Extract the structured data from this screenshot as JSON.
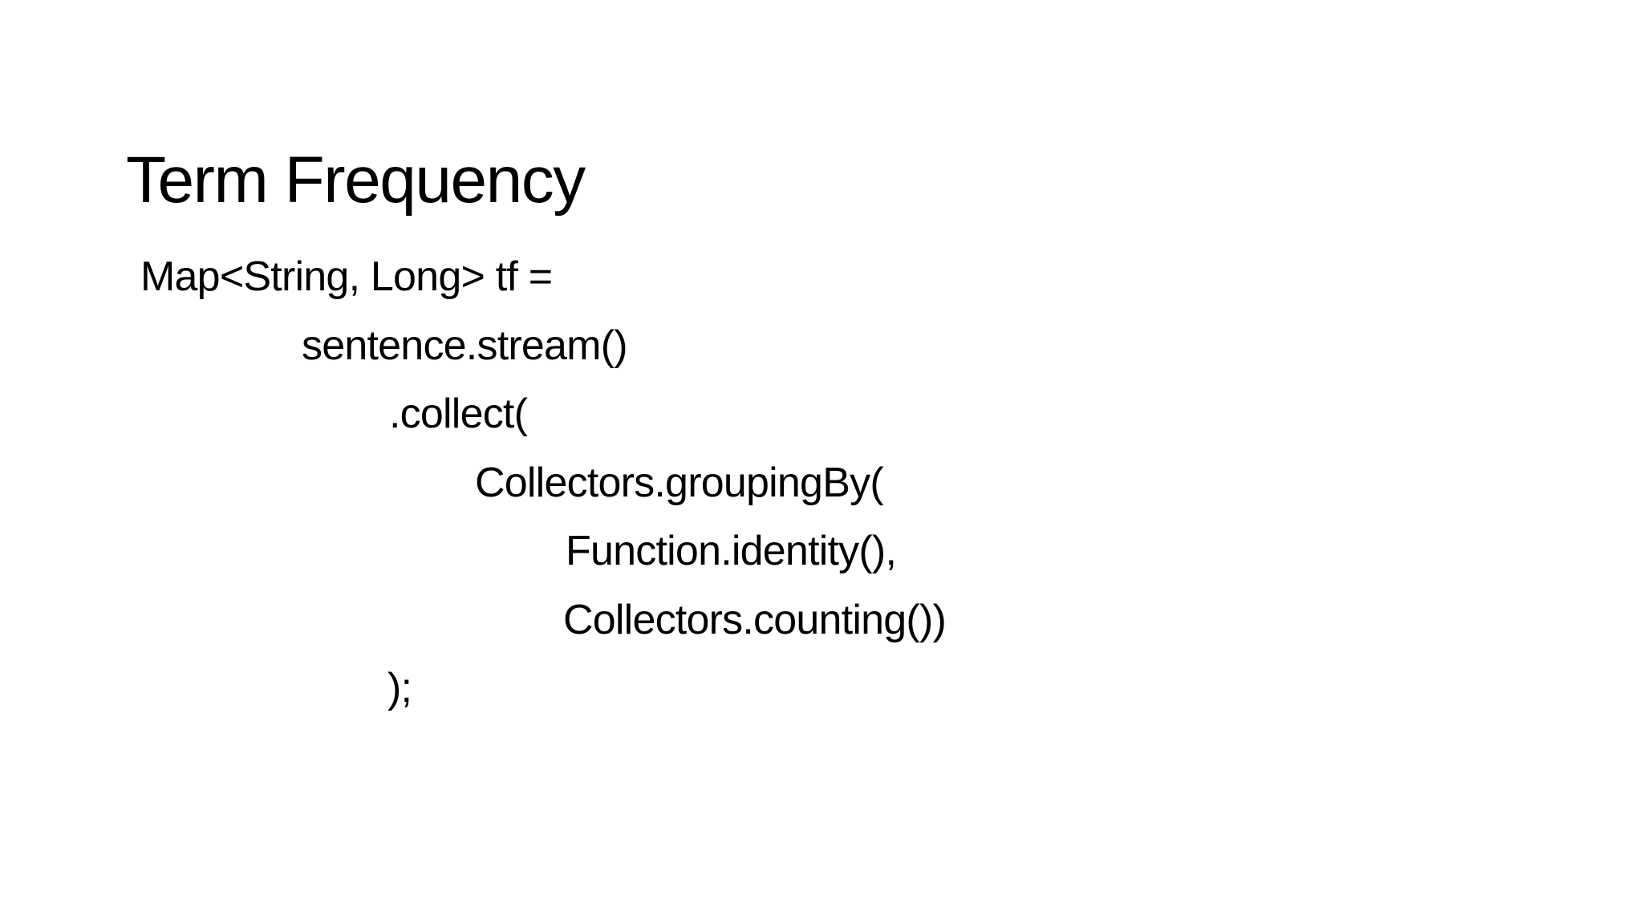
{
  "slide": {
    "title": "Term Frequency",
    "code_lines": {
      "line1": "Map<String, Long> tf =",
      "line2": "sentence.stream()",
      "line3": ".collect(",
      "line4": "Collectors.groupingBy(",
      "line5": "Function.identity(),",
      "line6": "Collectors.counting())",
      "line7": ");"
    },
    "colors": {
      "background": "#ffffff",
      "text": "#000000"
    }
  }
}
